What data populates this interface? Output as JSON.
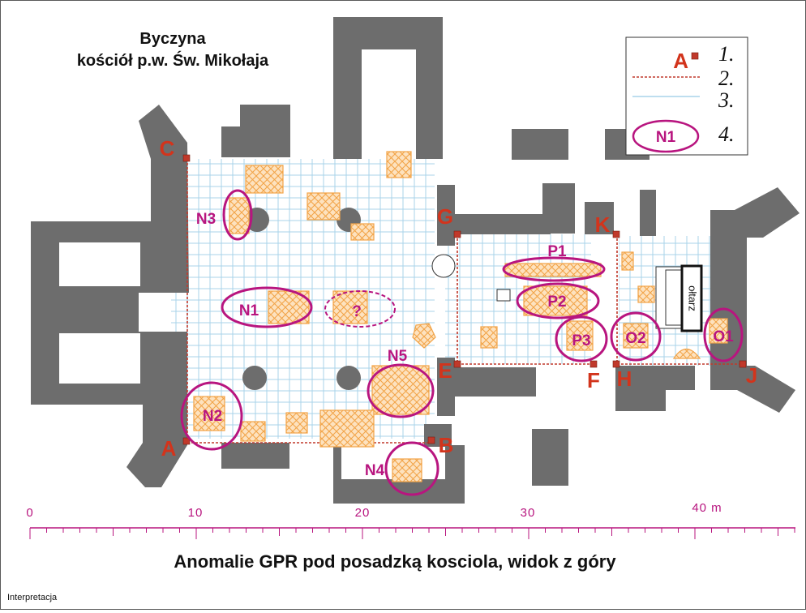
{
  "title": {
    "line1": "Byczyna",
    "line2": "kościół p.w. Św. Mikołaja"
  },
  "bottom_title": "Anomalie GPR pod posadzką kosciola, widok z góry",
  "corner_label": "Interpretacja",
  "legend": {
    "item1_symbol": "A",
    "item1": "1.",
    "item2": "2.",
    "item3": "3.",
    "item4_symbol": "N1",
    "item4": "4."
  },
  "survey_points": {
    "A": "A",
    "B": "B",
    "C": "C",
    "E": "E",
    "F": "F",
    "G": "G",
    "H": "H",
    "J": "J",
    "K": "K"
  },
  "anomalies": {
    "N1": "N1",
    "N2": "N2",
    "N3": "N3",
    "N4": "N4",
    "N5": "N5",
    "Q": "?",
    "P1": "P1",
    "P2": "P2",
    "P3": "P3",
    "O1": "O1",
    "O2": "O2"
  },
  "altar_label": "ołtarz",
  "scale": {
    "labels": [
      "0",
      "10",
      "20",
      "30",
      "40 m"
    ]
  },
  "colors": {
    "walls": "#6d6d6d",
    "survey_boundary": "#c0392b",
    "profiles": "#a9d3ea",
    "hatch": "#f2a448",
    "anomaly_outline": "#b8157f",
    "point_label": "#d2341c"
  }
}
